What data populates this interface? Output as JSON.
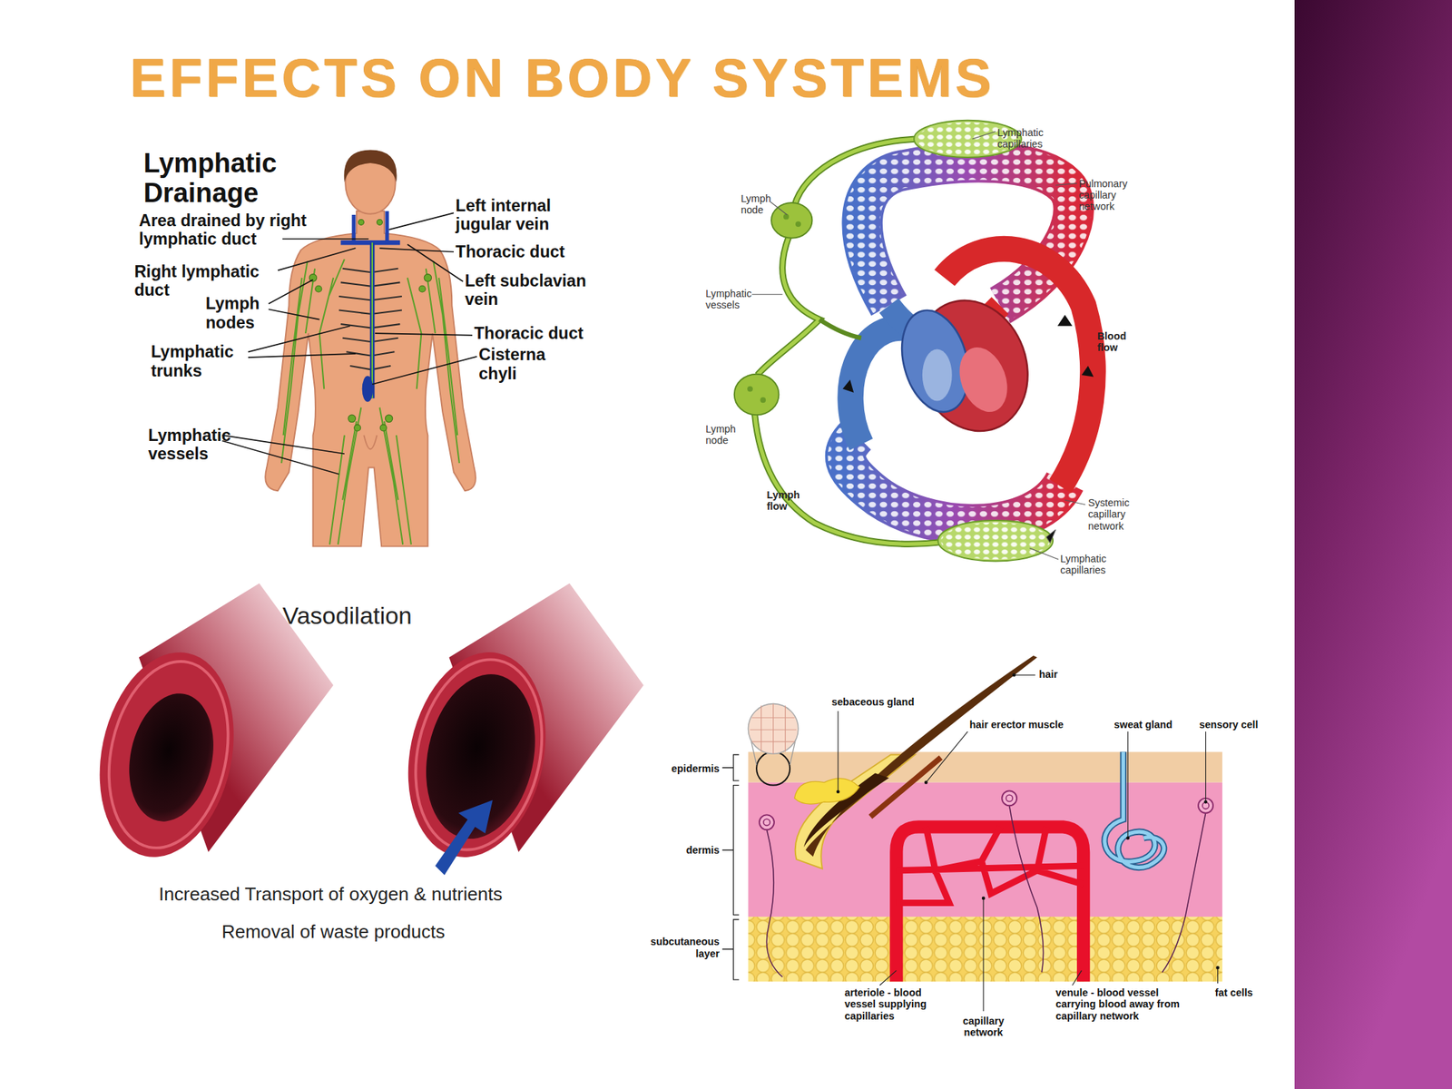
{
  "diagram": {
    "title": "EFFECTS ON BODY SYSTEMS",
    "labels": [
      "Lymphatic Drainage",
      "Area drained by right lymphatic duct",
      "Right lymphatic duct",
      "Lymph nodes",
      "Lymphatic trunks",
      "Lymphatic vessels",
      "Left internal jugular vein",
      "Thoracic duct",
      "Left subclavian vein",
      "Thoracic duct",
      "Cisterna chyli",
      "Lymphatic capillaries",
      "Pulmonary capillary network",
      "Lymph node",
      "Lymphatic vessels",
      "Blood flow",
      "Lymph node",
      "Lymph flow",
      "Systemic capillary network",
      "Lymphatic capillaries",
      "Vasodilation",
      "Increased Transport of oxygen & nutrients",
      "Removal of waste products",
      "hair",
      "sebaceous gland",
      "hair erector muscle",
      "sweat gland",
      "sensory cell",
      "epidermis",
      "dermis",
      "subcutaneous layer",
      "arteriole - blood vessel supplying capillaries",
      "capillary network",
      "venule - blood vessel carrying blood away from capillary network",
      "fat cells"
    ]
  }
}
